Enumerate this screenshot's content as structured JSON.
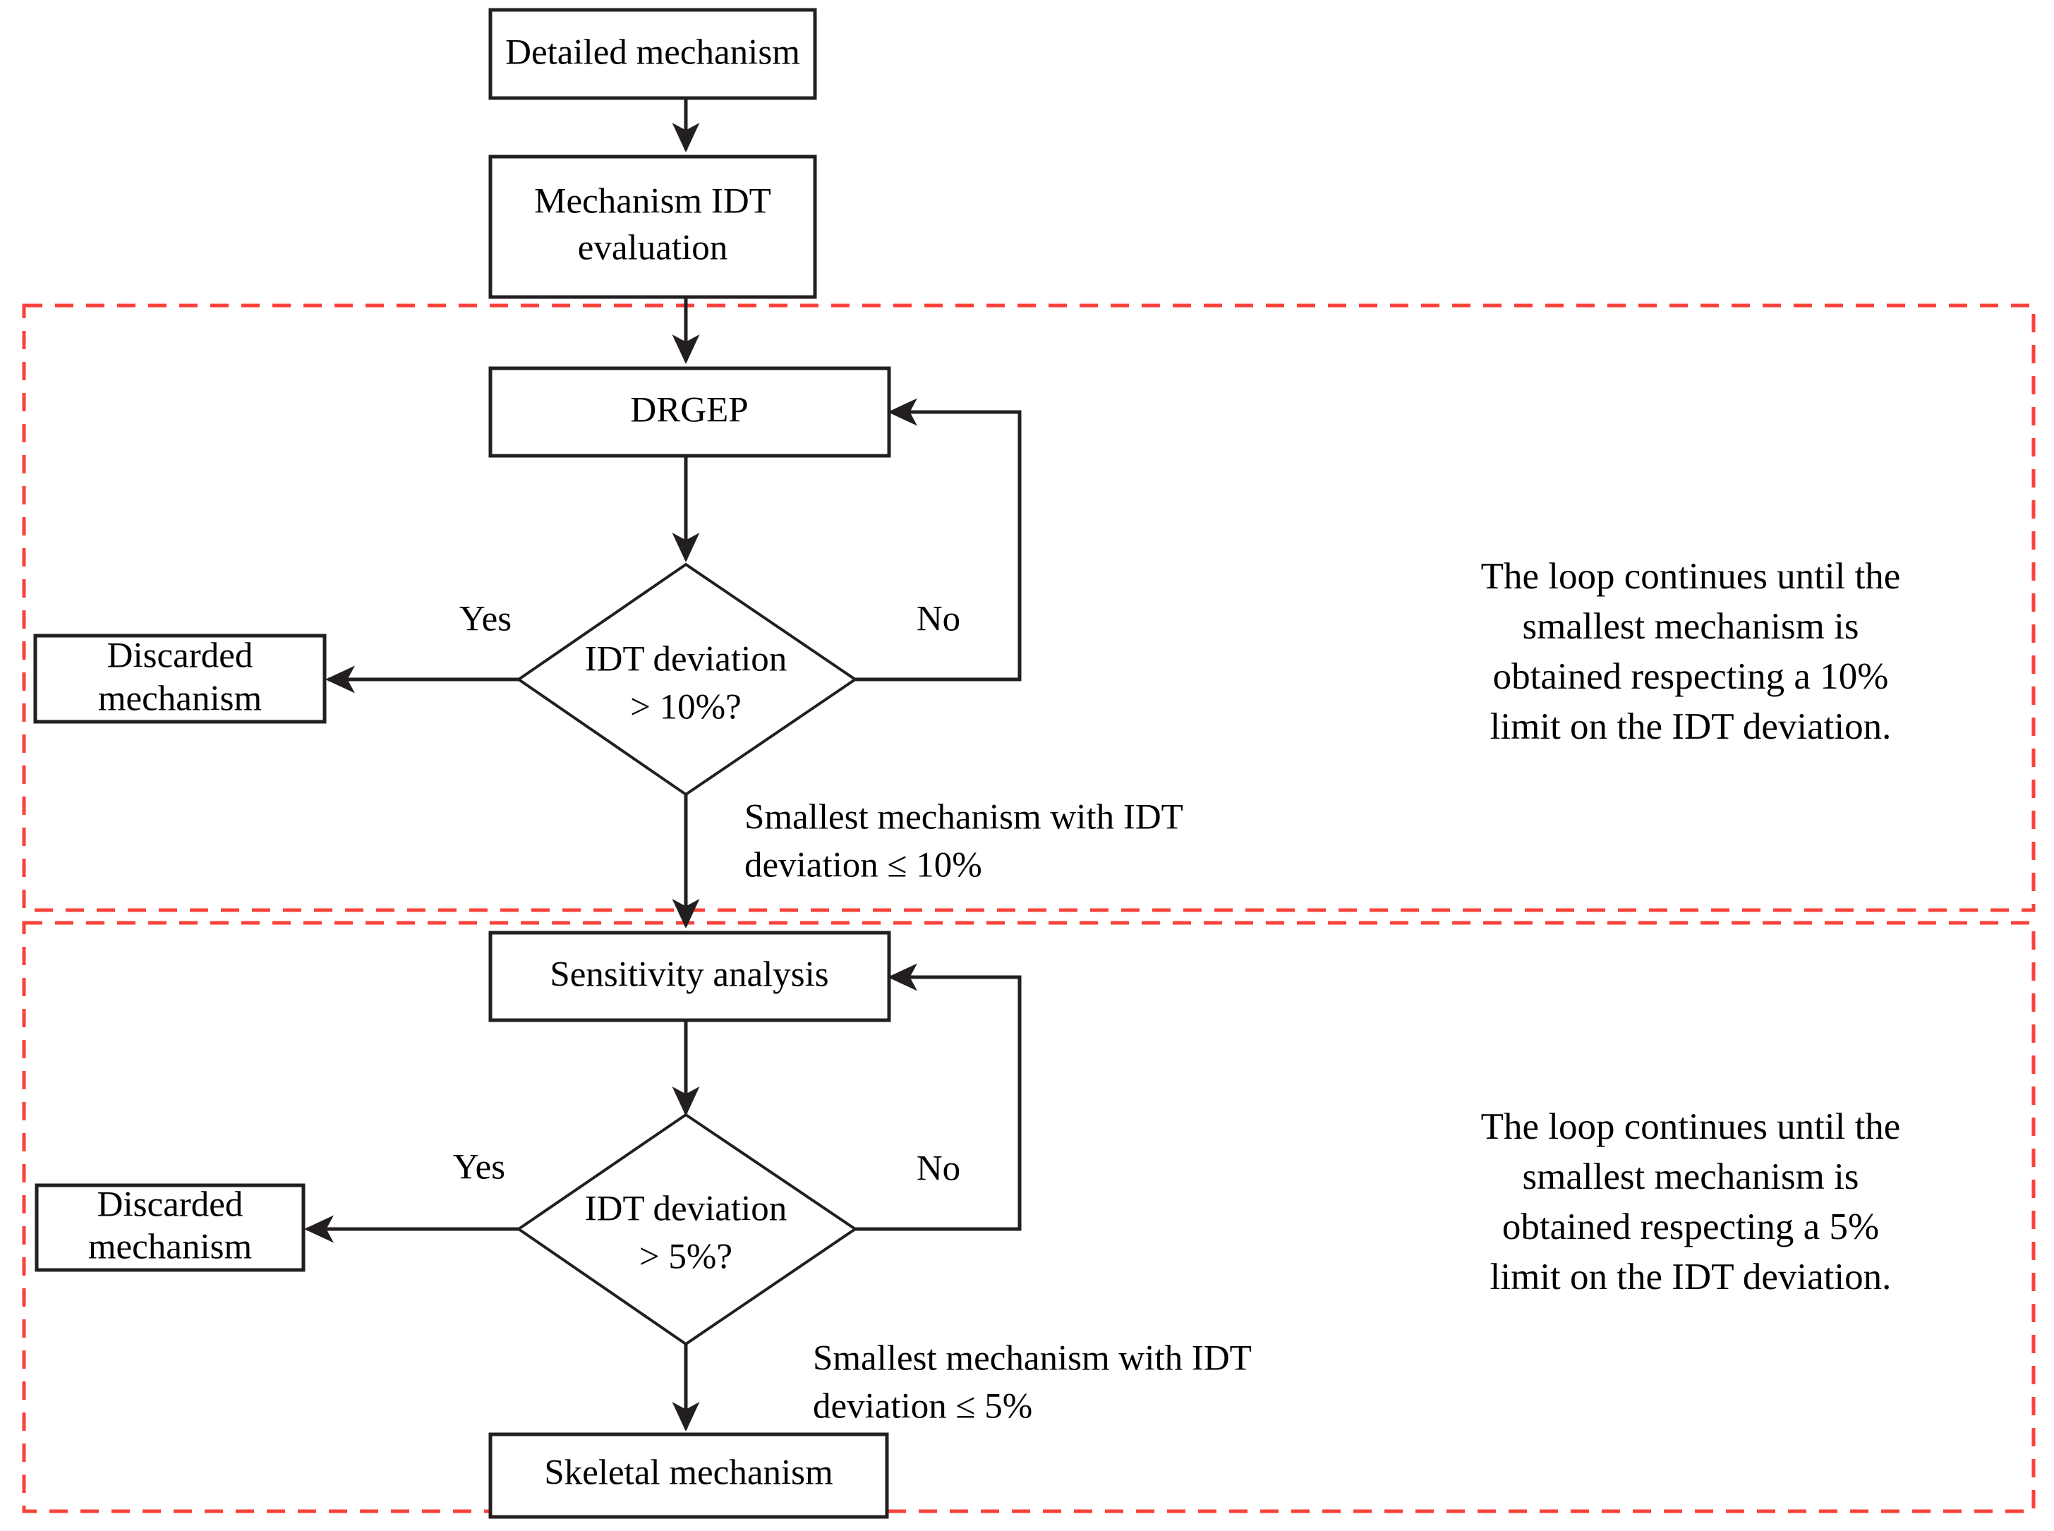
{
  "diagram": {
    "title": "Mechanism reduction flowchart",
    "accent_color": "#f8423a",
    "line_color": "#231f20",
    "background": "#ffffff"
  },
  "nodes": {
    "detailed_mechanism": "Detailed mechanism",
    "mechanism_idt_evaluation_line1": "Mechanism IDT",
    "mechanism_idt_evaluation_line2": "evaluation",
    "drgep": "DRGEP",
    "decision1_line1": "IDT deviation",
    "decision1_line2": "> 10%?",
    "discarded1_line1": "Discarded",
    "discarded1_line2": "mechanism",
    "sensitivity_analysis": "Sensitivity analysis",
    "decision2_line1": "IDT deviation",
    "decision2_line2": "> 5%?",
    "discarded2_line1": "Discarded",
    "discarded2_line2": "mechanism",
    "skeletal_mechanism": "Skeletal mechanism"
  },
  "edge_labels": {
    "yes1": "Yes",
    "no1": "No",
    "yes2": "Yes",
    "no2": "No",
    "pass1_line1": "Smallest mechanism with IDT",
    "pass1_line2": "deviation ≤ 10%",
    "pass2_line1": "Smallest mechanism with IDT",
    "pass2_line2": "deviation ≤ 5%"
  },
  "annotations": {
    "loop1": {
      "line1": "The loop continues until the",
      "line2": "smallest mechanism is",
      "line3": "obtained respecting a 10%",
      "line4": "limit on the IDT deviation."
    },
    "loop2": {
      "line1": "The loop continues until the",
      "line2": "smallest mechanism is",
      "line3": "obtained respecting a 5%",
      "line4": "limit on the IDT deviation."
    }
  }
}
